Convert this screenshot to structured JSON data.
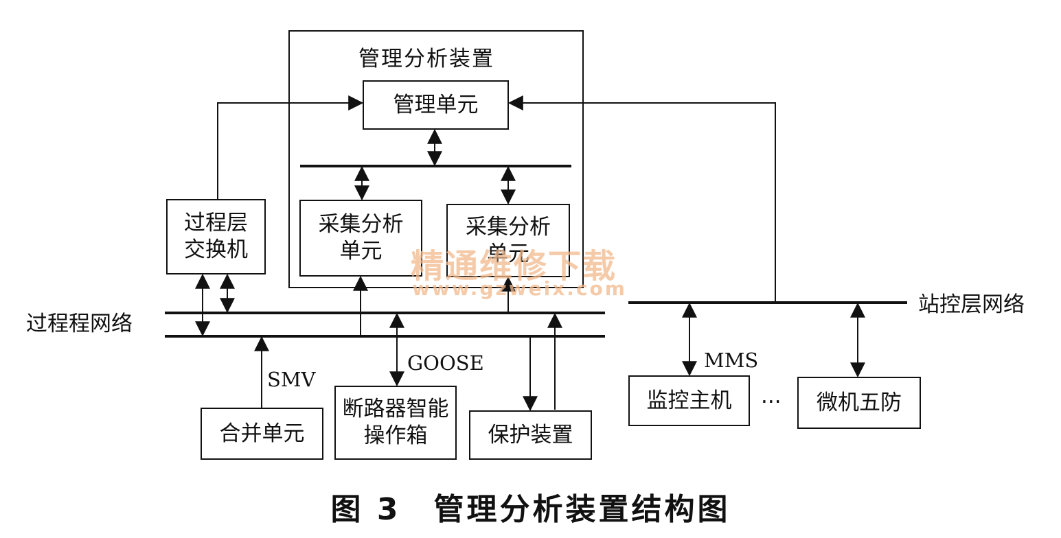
{
  "device": {
    "title": "管理分析装置",
    "mgmt_unit": "管理单元",
    "acq_unit_1": "采集分析\n单元",
    "acq_unit_2": "采集分析\n单元"
  },
  "left": {
    "switch": "过程层\n交换机",
    "network": "过程程网络",
    "merge_unit": "合并单元",
    "breaker_box": "断路器智能\n操作箱",
    "protection": "保护装置",
    "smv": "SMV",
    "goose": "GOOSE"
  },
  "right": {
    "network": "站控层网络",
    "monitor_host": "监控主机",
    "ellipsis": "···",
    "five_prevention": "微机五防",
    "mms": "MMS"
  },
  "watermark": {
    "cn": "精通维修下载",
    "url": "www.gzweix.com"
  },
  "caption": "图 3　管理分析装置结构图",
  "colors": {
    "ink": "#111111",
    "watermark": "#f2b98c"
  }
}
